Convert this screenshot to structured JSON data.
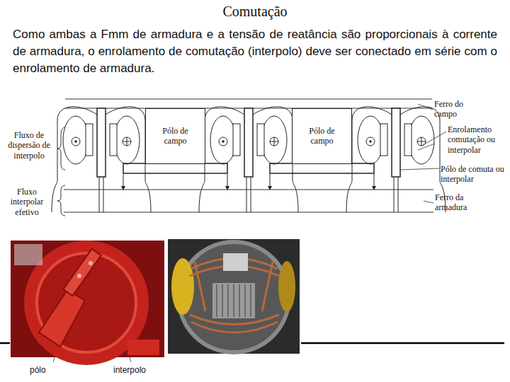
{
  "diagram": {
    "title": "Comutação",
    "nodes": [
      {
        "text": [
          "Pólo de campo"
        ]
      },
      {
        "text": [
          "Pólo de campo"
        ]
      }
    ],
    "edges": [],
    "labels": [
      "Como ambas a Fmm de armadura e a tensão de reatância são proporcionais à corrente de armadura, o enrolamento de comutação (interpolo) deve ser conectado em série com o enrolamento de armadura.",
      "Fluxo de dispersão de interpolo",
      "Fluxo interpolar efetivo",
      "Ferro do campo",
      "Enrolamento comutação ou interpolar",
      "Pólo de comuta ou interpolar",
      "Ferro da armadura",
      "pólo",
      "interpolo"
    ]
  }
}
